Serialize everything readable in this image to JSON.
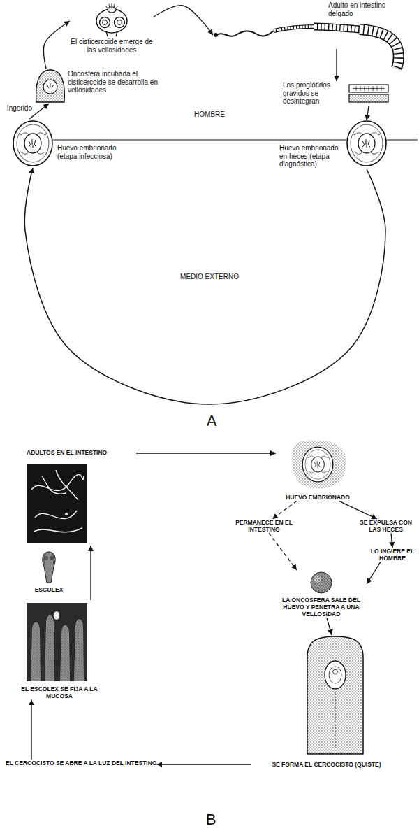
{
  "diagram": {
    "nodes": [
      {
        "text": [
          "Adulto en intestino delgado"
        ]
      },
      {
        "text": [
          "Los proglótidos gravidos se desintegran"
        ]
      },
      {
        "text": [
          "Huevo embrionado en heces (etapa diagnóstica)"
        ]
      },
      {
        "text": [
          "Huevo embrionado (etapa infecciosa)"
        ]
      },
      {
        "text": [
          "Oncosfera incubada el cisticercoide se desarrolla en vellosidades"
        ]
      },
      {
        "text": [
          "El cisticercoide emerge de las vellosidades"
        ]
      },
      {
        "text": [
          "ADULTOS EN EL INTESTINO"
        ]
      },
      {
        "text": [
          "HUEVO EMBRIONADO"
        ]
      },
      {
        "text": [
          "PERMANECE EN EL INTESTINO"
        ]
      },
      {
        "text": [
          "SE EXPULSA CON LAS HECES"
        ]
      },
      {
        "text": [
          "LO INGIERE EL HOMBRE"
        ]
      },
      {
        "text": [
          "LA ONCOSFERA SALE DEL HUEVO Y PENETRA A UNA VELLOSIDAD"
        ]
      },
      {
        "text": [
          "SE FORMA EL CERCOCISTO (QUISTE)"
        ]
      },
      {
        "text": [
          "EL CERCOCISTO SE ABRE A LA LUZ DEL INTESTINO"
        ]
      },
      {
        "text": [
          "EL ESCOLEX SE FIJA A LA MUCOSA"
        ]
      }
    ],
    "edges": [
      {
        "from": 5,
        "to": 0,
        "arrow": "to"
      },
      {
        "from": 0,
        "to": 1,
        "arrow": "to"
      },
      {
        "from": 1,
        "to": 2,
        "arrow": "to"
      },
      {
        "from": 2,
        "to": 3,
        "arrow": "to"
      },
      {
        "from": 3,
        "to": 4,
        "label": "Ingerido",
        "arrow": "to"
      },
      {
        "from": 4,
        "to": 5,
        "arrow": "to"
      },
      {
        "from": 6,
        "to": 7,
        "arrow": "to"
      },
      {
        "from": 7,
        "to": 8,
        "arrow": "to"
      },
      {
        "from": 7,
        "to": 9,
        "arrow": "to"
      },
      {
        "from": 8,
        "to": 11,
        "arrow": "to"
      },
      {
        "from": 9,
        "to": 10,
        "arrow": "to"
      },
      {
        "from": 10,
        "to": 11,
        "arrow": "to"
      },
      {
        "from": 11,
        "to": 12,
        "arrow": "to"
      },
      {
        "from": 12,
        "to": 13,
        "arrow": "to"
      },
      {
        "from": 13,
        "to": 14,
        "arrow": "to"
      },
      {
        "from": 14,
        "to": 6,
        "arrow": "to"
      }
    ],
    "labels": [
      "HOMBRE",
      "MEDIO EXTERNO",
      "A",
      "ESCOLEX",
      "B"
    ]
  }
}
